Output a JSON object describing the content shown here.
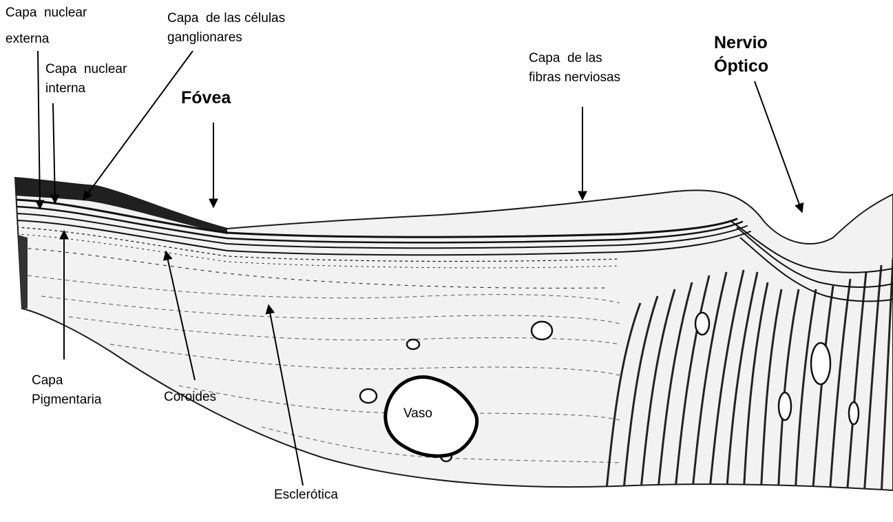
{
  "labels": {
    "outer_nuclear_l1": "Capa  nuclear",
    "outer_nuclear_l2": "externa",
    "inner_nuclear_l1": "Capa  nuclear",
    "inner_nuclear_l2": "interna",
    "ganglion_l1": "Capa  de las células",
    "ganglion_l2": "ganglionares",
    "fovea": "Fóvea",
    "nerve_fiber_l1": "Capa  de las",
    "nerve_fiber_l2": "fibras nerviosas",
    "optic_nerve_l1": "Nervio",
    "optic_nerve_l2": "Óptico",
    "pigment_l1": "Capa",
    "pigment_l2": "Pigmentaria",
    "choroid": "Coroides",
    "vessel": "Vaso",
    "sclera": "Esclerótica"
  },
  "colors": {
    "ink": "#000000",
    "tissue_fill": "#f2f2f2",
    "background": "#ffffff"
  }
}
